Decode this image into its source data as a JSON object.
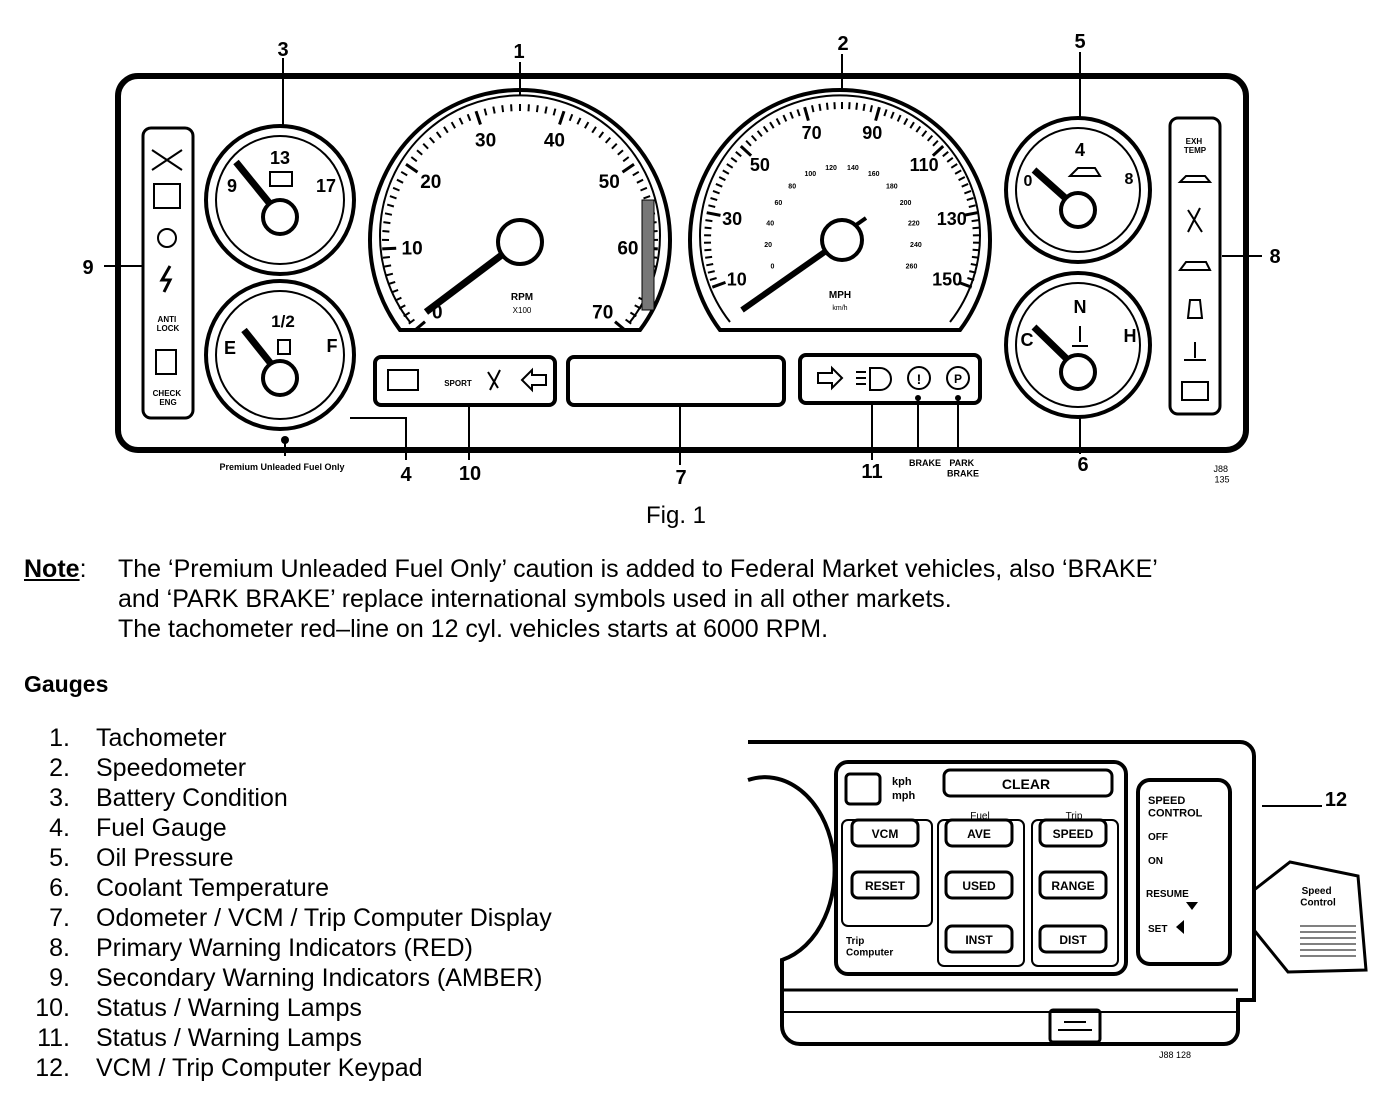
{
  "figure": {
    "caption": "Fig. 1",
    "ref_code_top": "J88\n135",
    "ref_code_keypad": "J88 128",
    "fuel_caution": "Premium Unleaded Fuel Only",
    "callouts": [
      "1",
      "2",
      "3",
      "4",
      "5",
      "6",
      "7",
      "8",
      "9",
      "10",
      "11",
      "12"
    ],
    "brake_label": "BRAKE",
    "park_brake_label": "PARK\nBRAKE"
  },
  "tachometer": {
    "ticks": [
      "0",
      "10",
      "20",
      "30",
      "40",
      "50",
      "60",
      "70"
    ],
    "unit": "RPM",
    "multiplier": "X100"
  },
  "speedometer": {
    "mph_ticks": [
      "10",
      "30",
      "50",
      "70",
      "90",
      "110",
      "130",
      "150"
    ],
    "kmh_ticks": [
      "0",
      "20",
      "40",
      "60",
      "80",
      "100",
      "120",
      "140",
      "160",
      "180",
      "200",
      "220",
      "240",
      "260"
    ],
    "unit": "MPH",
    "unit_secondary": "km/h"
  },
  "battery_gauge": {
    "low": "9",
    "mid": "13",
    "high": "17"
  },
  "fuel_gauge": {
    "empty": "E",
    "half": "1/2",
    "full": "F"
  },
  "oil_gauge": {
    "low": "0",
    "mid": "4",
    "high": "8"
  },
  "coolant_gauge": {
    "cold": "C",
    "normal": "N",
    "hot": "H"
  },
  "secondary_indicators": {
    "anti_lock": "ANTI\nLOCK",
    "check_engine": "CHECK\nENG"
  },
  "primary_indicators": {
    "exh_temp": "EXH\nTEMP"
  },
  "status_lamps_left": {
    "sport": "SPORT"
  },
  "keypad": {
    "kph": "kph",
    "mph": "mph",
    "clear": "CLEAR",
    "fuel_header": "Fuel",
    "trip_header": "Trip",
    "buttons_col1": [
      "VCM",
      "RESET"
    ],
    "buttons_col2": [
      "AVE",
      "USED",
      "INST"
    ],
    "buttons_col3": [
      "SPEED",
      "RANGE",
      "DIST"
    ],
    "trip_computer": "Trip\nComputer",
    "speed_control": "SPEED\nCONTROL",
    "off": "OFF",
    "on": "ON",
    "resume": "RESUME",
    "set": "SET",
    "stalk_label": "Speed\nControl"
  },
  "note": {
    "label": "Note",
    "lines": [
      "The ‘Premium Unleaded Fuel Only’ caution is added to Federal Market vehicles, also ‘BRAKE’",
      "and ‘PARK BRAKE’ replace international symbols used in all other markets.",
      "The tachometer red–line on 12 cyl. vehicles starts at 6000 RPM."
    ]
  },
  "gauges_heading": "Gauges",
  "gauges_list": [
    {
      "num": "1.",
      "label": "Tachometer"
    },
    {
      "num": "2.",
      "label": "Speedometer"
    },
    {
      "num": "3.",
      "label": "Battery Condition"
    },
    {
      "num": "4.",
      "label": "Fuel Gauge"
    },
    {
      "num": "5.",
      "label": "Oil Pressure"
    },
    {
      "num": "6.",
      "label": "Coolant Temperature"
    },
    {
      "num": "7.",
      "label": "Odometer / VCM / Trip Computer Display"
    },
    {
      "num": "8.",
      "label": "Primary Warning Indicators (RED)"
    },
    {
      "num": "9.",
      "label": "Secondary Warning Indicators (AMBER)"
    },
    {
      "num": "10.",
      "label": "Status / Warning Lamps"
    },
    {
      "num": "11.",
      "label": "Status / Warning Lamps"
    },
    {
      "num": "12.",
      "label": "VCM / Trip Computer Keypad"
    }
  ]
}
